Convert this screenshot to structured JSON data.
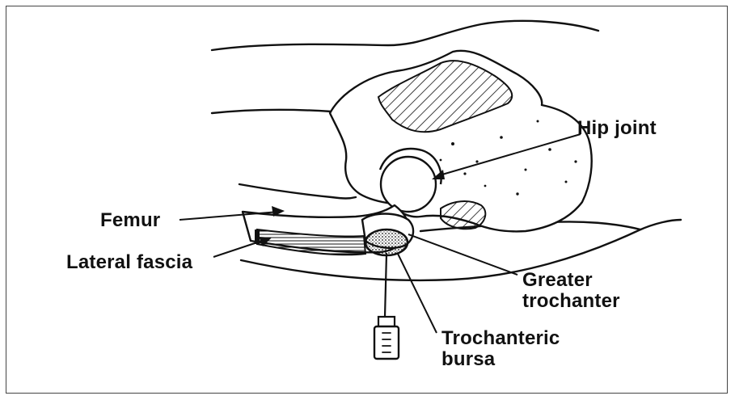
{
  "labels": {
    "hip_joint": "Hip joint",
    "femur": "Femur",
    "lateral_fascia": "Lateral fascia",
    "greater_trochanter_line1": "Greater",
    "greater_trochanter_line2": "trochanter",
    "trochanteric_bursa_line1": "Trochanteric",
    "trochanteric_bursa_line2": "bursa"
  },
  "colors": {
    "ink": "#111111",
    "border": "#444444",
    "background": "#ffffff"
  }
}
